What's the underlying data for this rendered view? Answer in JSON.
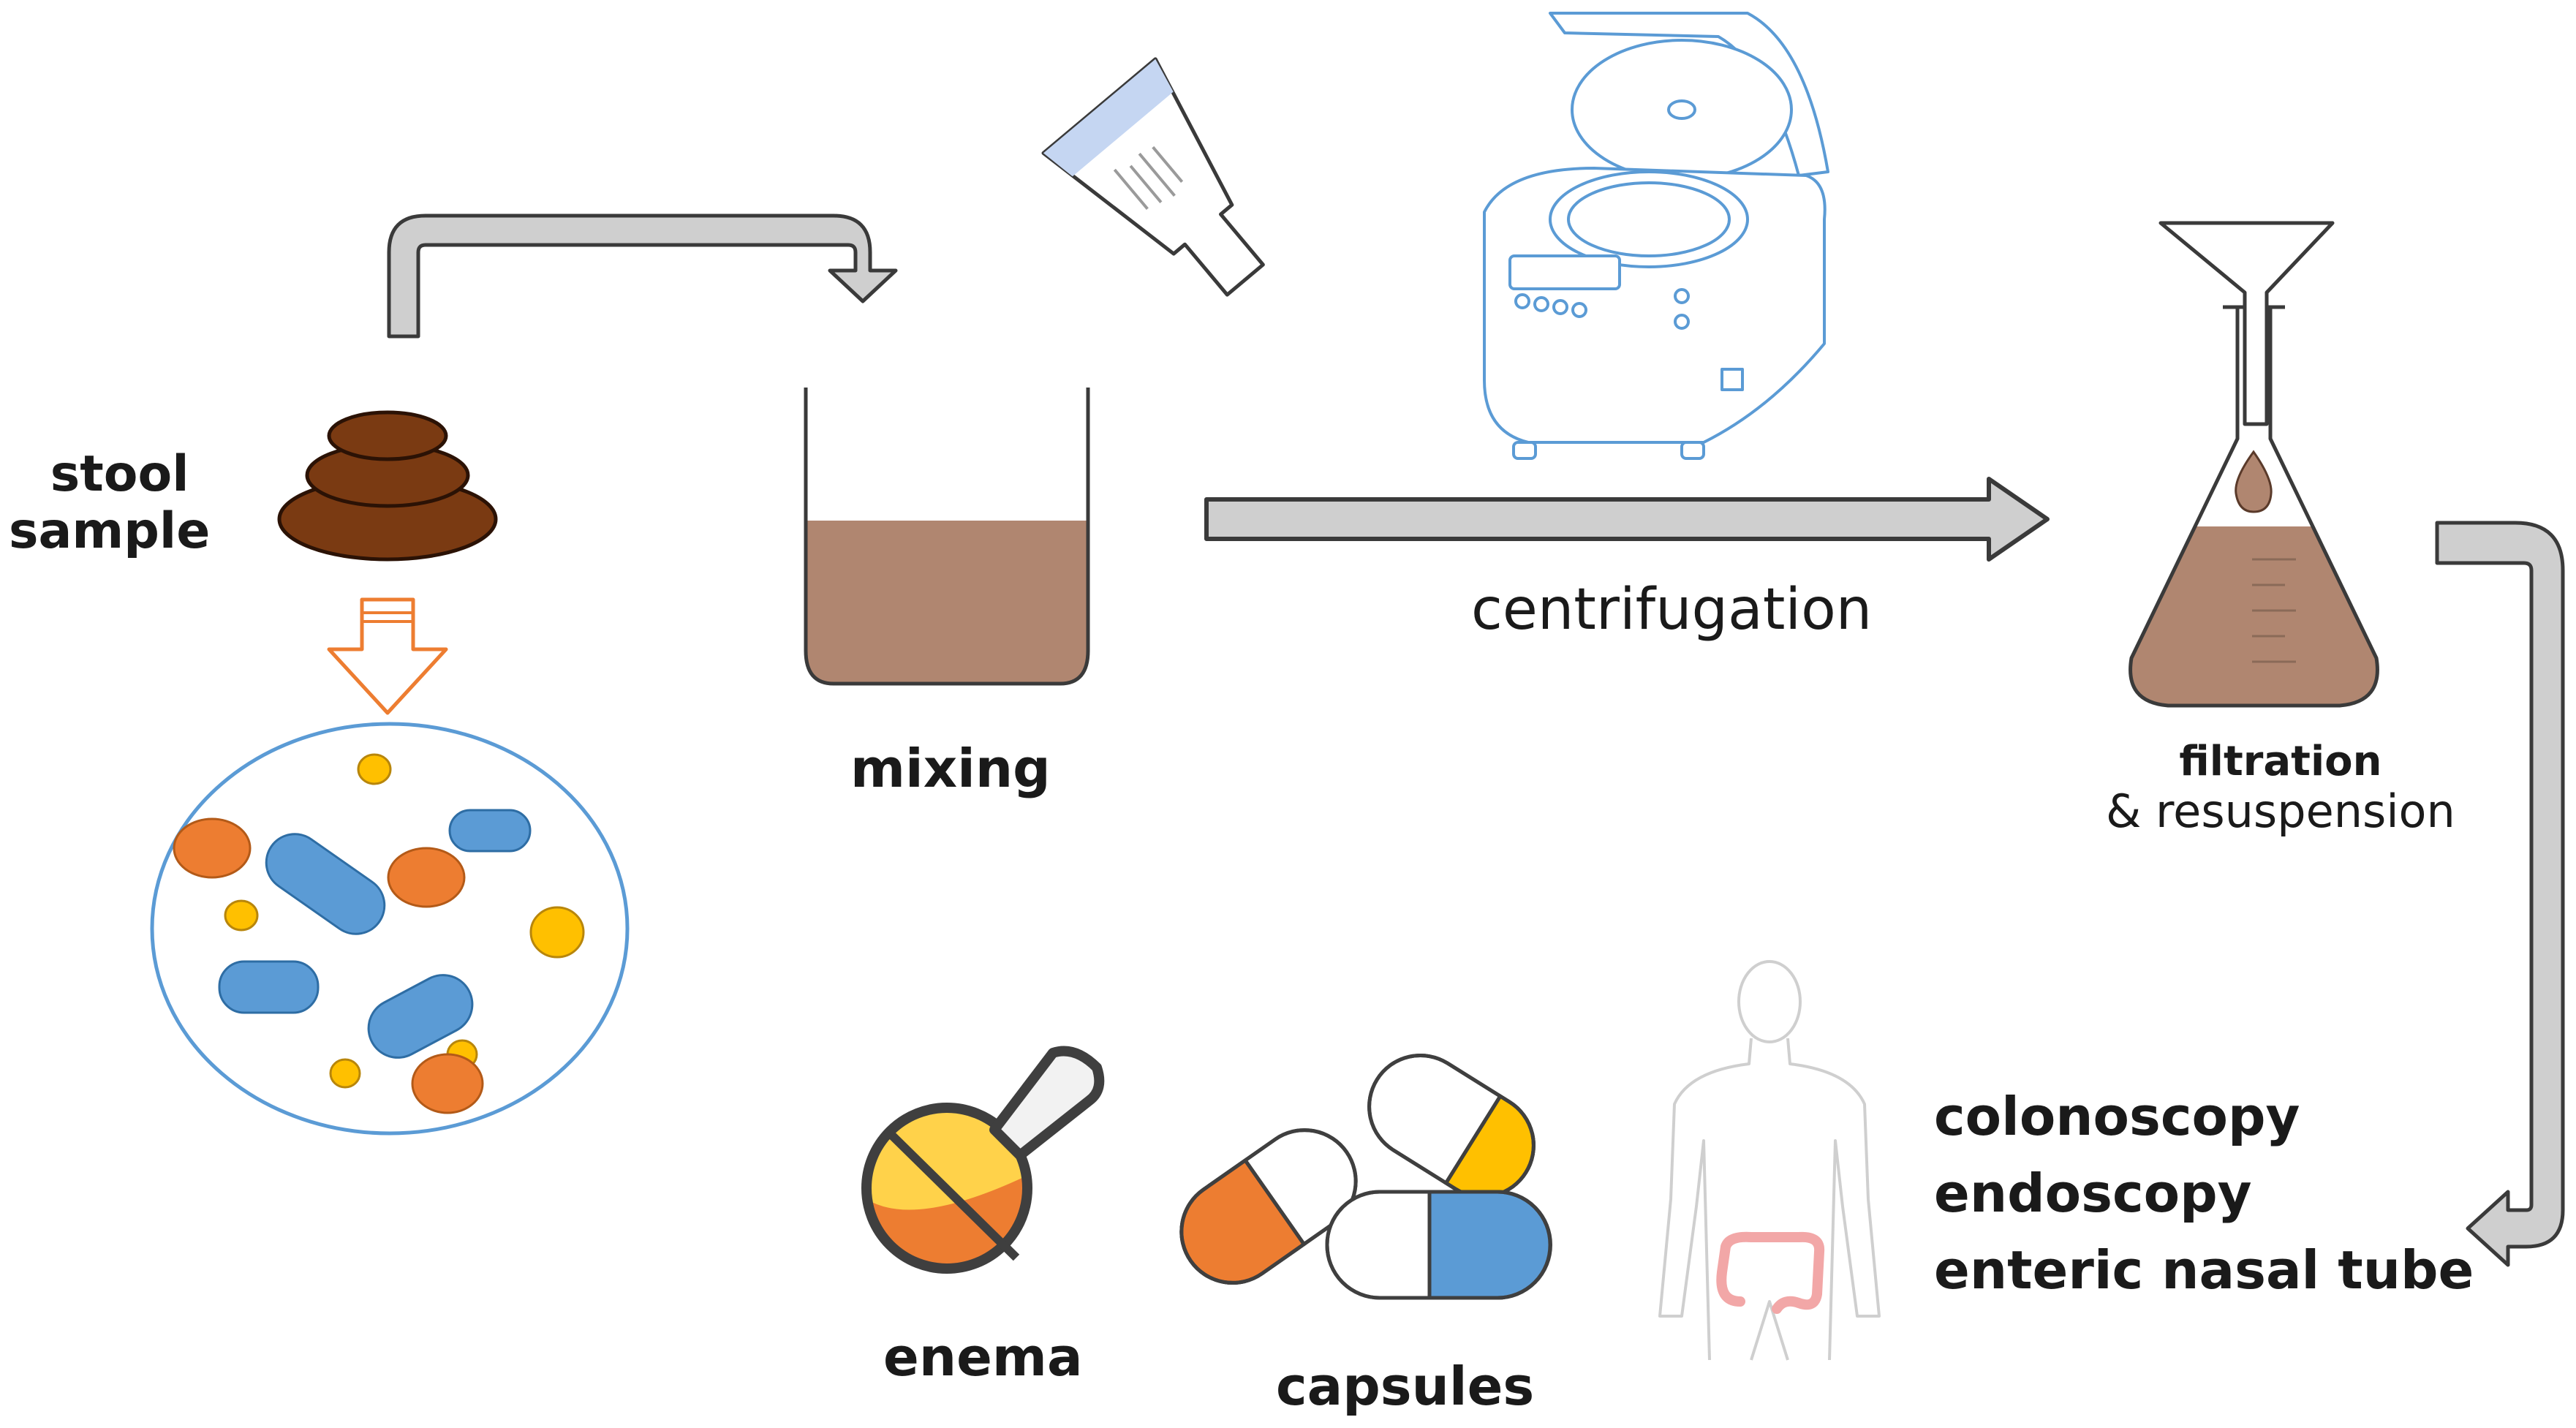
{
  "labels": {
    "stool_line1": "stool",
    "stool_line2": "sample",
    "mixing": "mixing",
    "centrifugation": "centrifugation",
    "filtration_line1": "filtration",
    "filtration_line2": "& resuspension",
    "enema": "enema",
    "capsules": "capsules",
    "delivery_1": "colonoscopy",
    "delivery_2": "endoscopy",
    "delivery_3": "enteric nasal tube"
  },
  "colors": {
    "arrow_gray": "#cfcfcf",
    "stool_brown": "#7a3a12",
    "slurry_brown": "#b08670",
    "hollow_arrow_orange": "#ed7d31",
    "centrifuge_blue": "#5b9bd5",
    "bacteria_orange": "#ed7d31",
    "bacteria_blue": "#5b9bd5",
    "bacteria_yellow": "#ffc000",
    "capsule_orange": "#ed7d31",
    "capsule_yellow": "#ffc000",
    "capsule_blue": "#5b9bd5",
    "enema_yellow": "#ffd24a",
    "colon_pink": "#f2a7a7"
  },
  "icons": [
    "stool-icon",
    "bacteria-circle-icon",
    "bottle-icon",
    "beaker-icon",
    "centrifuge-icon",
    "flask-funnel-icon",
    "enema-icon",
    "capsule-icon",
    "body-outline-icon"
  ]
}
